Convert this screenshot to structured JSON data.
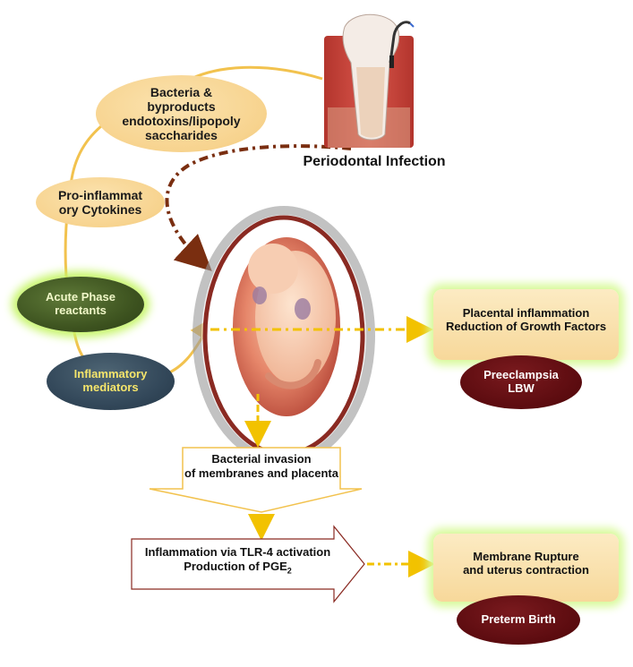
{
  "nodes": {
    "bacteria": {
      "line1": "Bacteria &",
      "line2": "byproducts",
      "line3": "endotoxins/lipopoly",
      "line4": "saccharides"
    },
    "cytokines": {
      "line1": "Pro-inflammat",
      "line2": "ory Cytokines"
    },
    "acute_phase": {
      "line1": "Acute Phase",
      "line2": "reactants"
    },
    "inflammatory_mediators": {
      "line1": "Inflammatory",
      "line2": "mediators"
    },
    "periodontal": {
      "label": "Periodontal Infection"
    },
    "placental": {
      "line1": "Placental inflammation",
      "line2": "Reduction of Growth Factors"
    },
    "preeclampsia": {
      "line1": "Preeclampsia",
      "line2": "LBW"
    },
    "bacterial_invasion": {
      "line1": "Bacterial invasion",
      "line2": "of membranes and placenta"
    },
    "tlr4": {
      "line1": "Inflammation via TLR-4 activation",
      "line2_prefix": "Production of PGE",
      "line2_sub": "2"
    },
    "membrane_rupture": {
      "line1": "Membrane Rupture",
      "line2": "and uterus contraction"
    },
    "preterm": {
      "label": "Preterm Birth"
    }
  },
  "colors": {
    "cycle_line": "#f2c24e",
    "dashed_brown": "#7a2e10",
    "dashed_yellow": "#f2c200",
    "oval_peach": "#f7d38e",
    "oval_green": "#3e5420",
    "oval_slate": "#33485a",
    "oval_maroon": "#5b0b0f",
    "uterus_ring": "#8a2a22"
  },
  "icons": {
    "tooth": "tooth-with-periodontal-probe",
    "fetus": "fetus-in-uterus"
  }
}
